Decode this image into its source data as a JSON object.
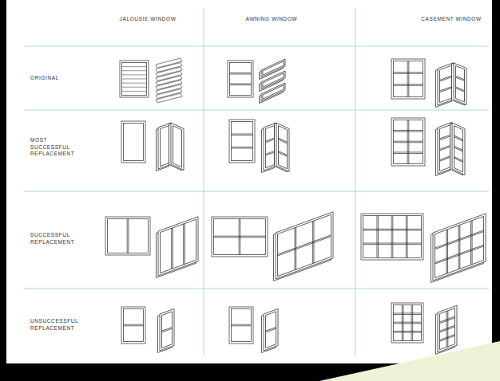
{
  "diagram": {
    "labels": [
      "JALOUSIE WINDOW",
      "AWNING WINDOW",
      "CASEMENT WINDOW",
      "ORIGINAL",
      "MOST SUCCESSFUL REPLACEMENT",
      "SUCCESSFUL REPLACEMENT",
      "UNSUCCESSFUL REPLACEMENT"
    ]
  }
}
